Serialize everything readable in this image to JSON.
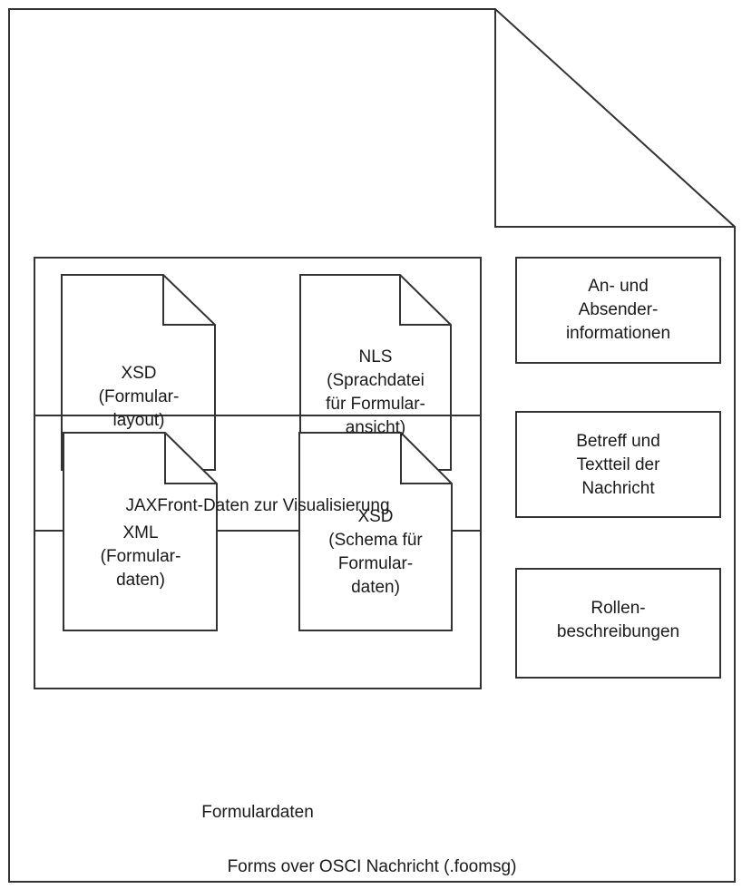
{
  "document": {
    "caption": "Forms over OSCI Nachricht (.foomsg)"
  },
  "groups": {
    "visualization": {
      "caption": "JAXFront-Daten zur Visualisierung",
      "files": [
        {
          "lines": [
            "XSD",
            "(Formular-",
            "layout)"
          ]
        },
        {
          "lines": [
            "NLS",
            "(Sprachdatei",
            "für Formular-",
            "ansicht)"
          ]
        }
      ]
    },
    "formdata": {
      "caption": "Formulardaten",
      "files": [
        {
          "lines": [
            "XML",
            "(Formular-",
            "daten)"
          ]
        },
        {
          "lines": [
            "XSD",
            "(Schema für",
            "Formular-",
            "daten)"
          ]
        }
      ]
    }
  },
  "boxes": [
    {
      "lines": [
        "An- und",
        "Absender-",
        "informationen"
      ]
    },
    {
      "lines": [
        "Betreff und",
        "Textteil der",
        "Nachricht"
      ]
    },
    {
      "lines": [
        "Rollen-",
        "beschreibungen"
      ]
    }
  ],
  "colors": {
    "stroke": "#333333",
    "fill": "#ffffff",
    "text": "#1a1a1a"
  }
}
